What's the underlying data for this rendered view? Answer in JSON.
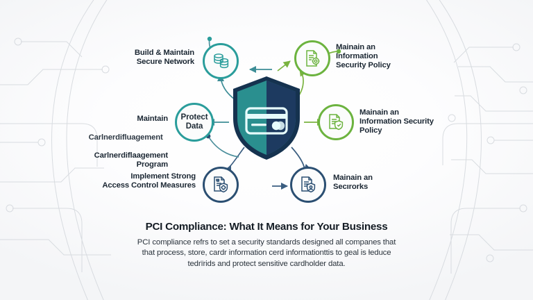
{
  "graphic": {
    "type": "infographic",
    "subject": "PCI Compliance",
    "background_color": "#f5f6f8",
    "accent_colors": {
      "teal": "#2a9d9b",
      "green": "#6cb33f",
      "navy": "#2b4f72",
      "shield_left": "#2a8f8f",
      "shield_right": "#1d3a60",
      "text_dark": "#1b2733"
    }
  },
  "center": {
    "icon_name": "shield-with-credit-card-icon",
    "left_half_color": "#2a8f8f",
    "right_half_color": "#1d3a60",
    "card_color": "#e8fbfb"
  },
  "nodes": [
    {
      "id": "build-maintain-secure-network",
      "label": "Build & Maintain\nSecure Network",
      "icon_name": "database-stack-icon",
      "ring_color": "#2a9d9b",
      "label_side": "left"
    },
    {
      "id": "maintain-information-security-policy-top",
      "label": "Mainain an\nInformation\nSecurity Policy",
      "icon_name": "document-gear-icon",
      "ring_color": "#6cb33f",
      "label_side": "right"
    },
    {
      "id": "maintain-information-security-policy-right",
      "label": "Mainain an\nInformation Security\nPolicy",
      "icon_name": "document-shield-icon",
      "ring_color": "#6cb33f",
      "label_side": "right"
    },
    {
      "id": "maintain-security-networks",
      "label": "Mainain an\nSecırorks",
      "icon_name": "document-shield-user-icon",
      "ring_color": "#2b4f72",
      "label_side": "right"
    },
    {
      "id": "implement-strong-access-control-measures",
      "label": "Implement Strong\nAccess Control Measures",
      "icon_name": "document-gear-shield-icon",
      "ring_color": "#2b4f72",
      "label_side": "left"
    },
    {
      "id": "maintain-vulnerability-management-program",
      "label_line_1": "Maintain",
      "label_line_2": "Carlnerdiflaagement",
      "label_line_2_ghost": "Carlnerdifluagement",
      "label_line_3": "Program",
      "icon_name": "text-only-node",
      "ring_color": "#2a9d9b",
      "label_side": "left"
    },
    {
      "id": "protect-data",
      "label": "Protect\nData",
      "icon_name": "text-only-node",
      "ring_color": "#2a9d9b",
      "label_side": "inside"
    }
  ],
  "footer": {
    "title": "PCI Compliance: What It Means for Your Business",
    "body_line_1": "PCI compliance refrs to set a security standards designed all companes that",
    "body_line_2": "that process, store, cardr information cerd informationttis to geal is ƚeduce",
    "body_line_3": "tedrïrids and protect sensitive cardholder data."
  }
}
